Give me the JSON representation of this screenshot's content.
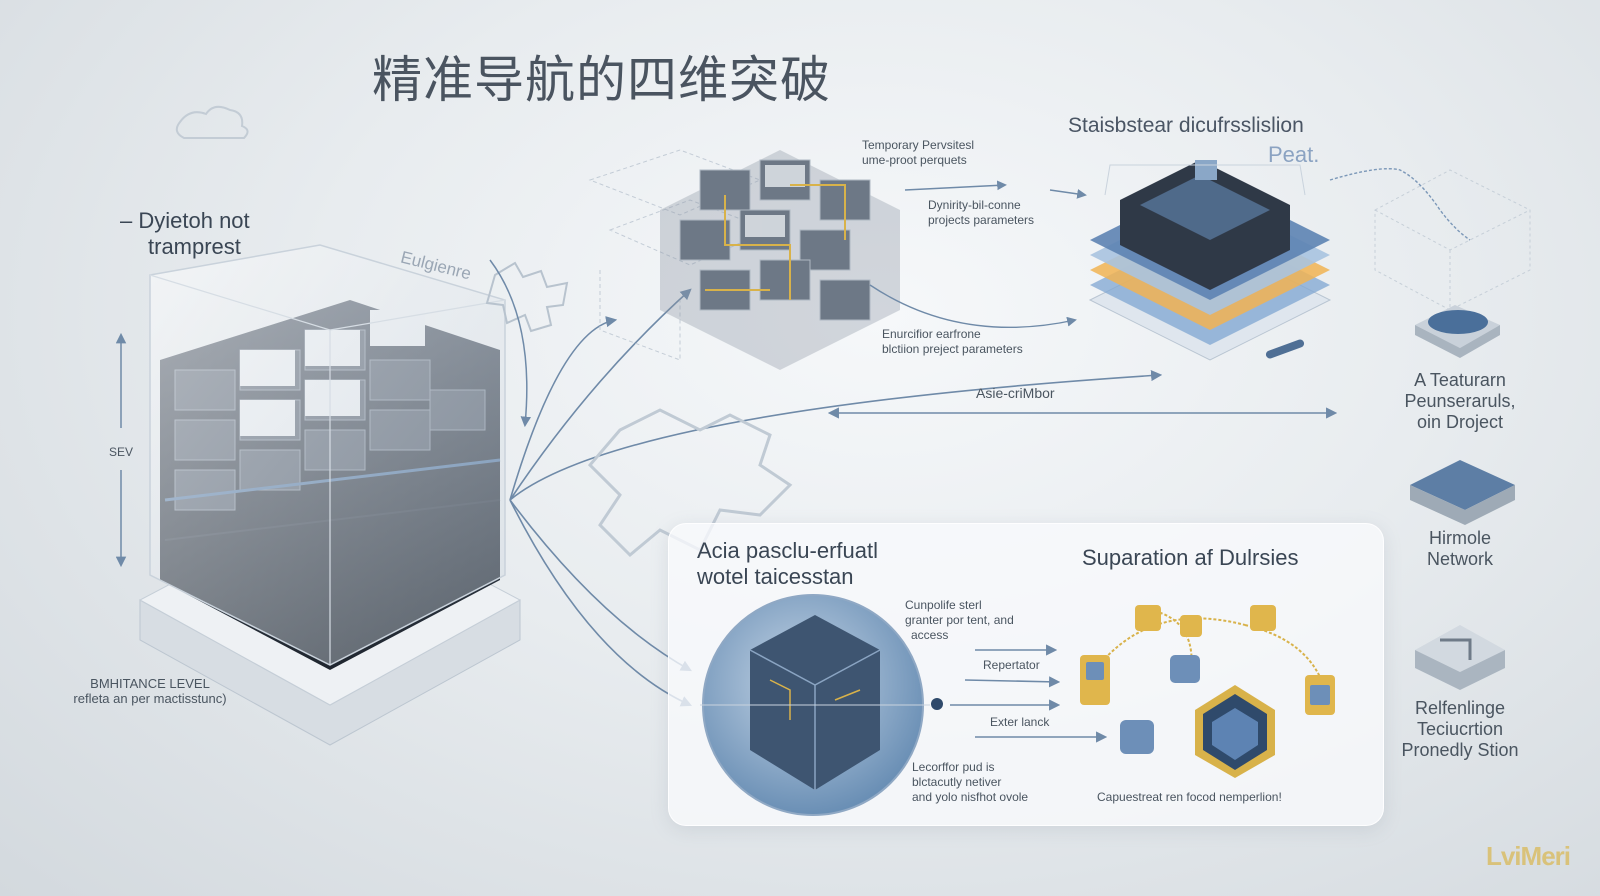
{
  "title": "精准导航的四维突破",
  "left_block": {
    "heading_line1": "Dyietoh not",
    "heading_line2": "tramprest",
    "side_label": "SEV",
    "bottom_label_line1": "BMHITANCE LEVEL",
    "bottom_label_line2": "refleta an per mactisstunc)"
  },
  "center_block": {
    "tag_upper_line1": "Temporary Pervsitesl",
    "tag_upper_line2": "ume-proot perquets",
    "tag_middle_line1": "Dynirity-bil-conne",
    "tag_middle_line2": "projects parameters",
    "tag_lower_line1": "Enurcifior earfrone",
    "tag_lower_line2": "blctiion preject parameters",
    "curve_label": "Eulgienre"
  },
  "right_block": {
    "heading": "Staisbstear dicufrsslislion",
    "subheading": "Peat.",
    "link_label": "Asie-criMbor"
  },
  "sidebar": {
    "items": [
      {
        "line1": "A Teaturarn",
        "line2": "Peunseraruls,",
        "line3": "oin Droject"
      },
      {
        "line1": "Hirmole",
        "line2": "Network"
      },
      {
        "line1": "Relfenlinge",
        "line2": "Teciucrtion",
        "line3": "Pronedly Stion"
      }
    ]
  },
  "panel": {
    "left_heading_line1": "Acia pasclu-erfuatl",
    "left_heading_line2": "wotel taicesstan",
    "right_heading": "Suparation af Dulrsies",
    "note_top_line1": "Cunpolife sterl",
    "note_top_line2": "granter por tent, and",
    "note_top_line3": "access",
    "arrow_label_1": "Repertator",
    "arrow_label_2": "Exter lanck",
    "note_bottom_line1": "Lecorffor pud is",
    "note_bottom_line2": "blctacutly netiver",
    "note_bottom_line3": "and yolo nisfhot ovole",
    "caption_right": "Capuestreat ren focod nemperlion!"
  },
  "logo_text": "LviMeri",
  "colors": {
    "accent_blue": "#5b7fa8",
    "gold": "#d8b24a",
    "dark_block": "#2e3642",
    "arrow": "#6f8aa8"
  }
}
